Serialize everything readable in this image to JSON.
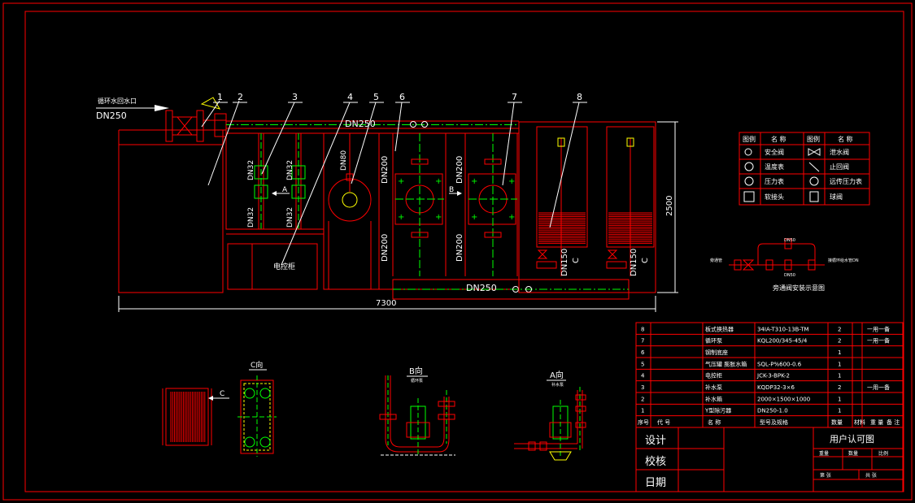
{
  "flow_labels": {
    "inlet": "循环水回水口",
    "pipe_in": "DN250",
    "header_top": "DN250",
    "header_bottom": "DN250",
    "dn200_a": "DN200",
    "dn200_b": "DN200",
    "dn200_c": "DN200",
    "dn200_d": "DN200",
    "dn150_a": "DN150",
    "dn150_b": "DN150",
    "dn80": "DN80",
    "dn32_a": "DN32",
    "dn32_b": "DN32",
    "dn32_c": "DN32",
    "dn32_d": "DN32",
    "control_cabinet": "电控柜",
    "width_dim": "7300",
    "height_dim": "2500",
    "view_a": "A",
    "view_b": "B",
    "view_c": "C",
    "view_c2": "C"
  },
  "callouts": [
    "1",
    "2",
    "3",
    "4",
    "5",
    "6",
    "7",
    "8"
  ],
  "legend": {
    "headers": [
      "图例",
      "名 称",
      "图例",
      "名 称"
    ],
    "rows": [
      [
        "安全阀",
        "泄水阀"
      ],
      [
        "温度表",
        "止回阀"
      ],
      [
        "压力表",
        "远传压力表"
      ],
      [
        "软接头",
        "球阀"
      ]
    ],
    "symbols_left": [
      "relief-valve",
      "thermometer",
      "pressure-gauge",
      "soft-joint"
    ],
    "symbols_right": [
      "drain-valve",
      "check-valve",
      "remote-pressure-gauge",
      "ball-valve"
    ]
  },
  "bypass": {
    "left_label": "旁通管",
    "right_label": "接循环给水管DN",
    "top_label": "DN50",
    "bottom_label": "DN50",
    "title": "旁通阀安装示意图"
  },
  "parts_table": {
    "rows": [
      {
        "no": "8",
        "name": "板式换热器",
        "spec": "34IA-T310-13B-TM",
        "qty": "2",
        "note": "一用一备"
      },
      {
        "no": "7",
        "name": "循环泵",
        "spec": "KQL200/345-45/4",
        "qty": "2",
        "note": "一用一备"
      },
      {
        "no": "6",
        "name": "钢制底座",
        "spec": "",
        "qty": "1",
        "note": ""
      },
      {
        "no": "5",
        "name": "气压罐 膨胀水箱",
        "spec": "SQL-P%600-0.6",
        "qty": "1",
        "note": ""
      },
      {
        "no": "4",
        "name": "电控柜",
        "spec": "JCK-3-BPK-2",
        "qty": "1",
        "note": ""
      },
      {
        "no": "3",
        "name": "补水泵",
        "spec": "KQDP32-3×6",
        "qty": "2",
        "note": "一用一备"
      },
      {
        "no": "2",
        "name": "补水箱",
        "spec": "2000×1500×1000",
        "qty": "1",
        "note": ""
      },
      {
        "no": "1",
        "name": "Y型除污器",
        "spec": "DN250-1.0",
        "qty": "1",
        "note": ""
      }
    ],
    "headers": [
      "序号",
      "代 号",
      "名 称",
      "型号及规格",
      "数量",
      "材料",
      "重 量",
      "备 注"
    ]
  },
  "title_block": {
    "design": "设计",
    "check": "校核",
    "date": "日期",
    "drawing_title": "用户认可图",
    "weight": "重量",
    "qty": "数量",
    "scale": "比例",
    "sheet": "第 张",
    "total": "共 张"
  },
  "detail_views": {
    "c_title": "C向",
    "b_title": "B向",
    "a_title": "A向",
    "b_sub": "循环泵",
    "a_sub": "补水泵",
    "c_arrow": "C"
  },
  "colors": {
    "frame": "#ff0000",
    "line_white": "#ffffff",
    "pipe_green": "#00ff00",
    "accent_yellow": "#ffff00"
  }
}
